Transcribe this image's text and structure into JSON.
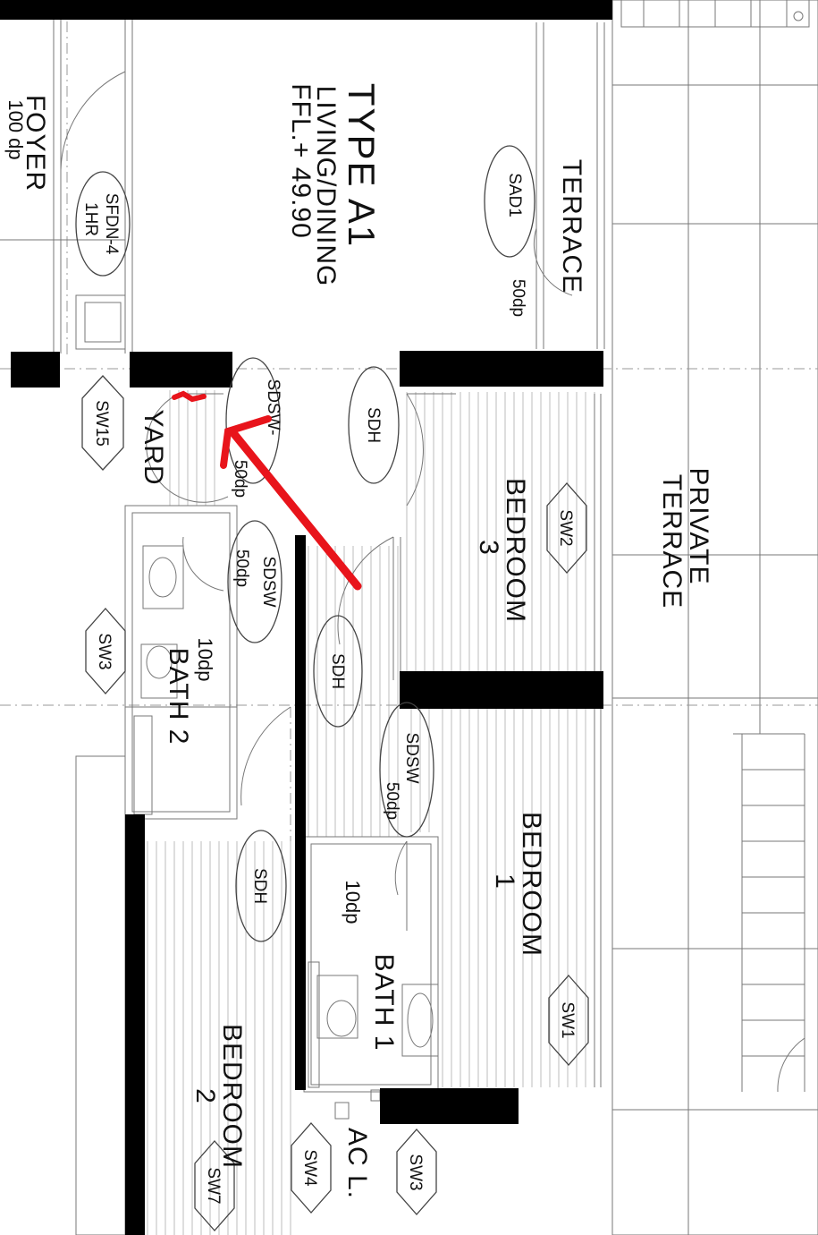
{
  "header": {
    "type_label": "TYPE A1",
    "main_label": "LIVING/DINING",
    "level_label": "FFL.+ 49.90"
  },
  "rooms": {
    "foyer": "FOYER",
    "foyer_dp": "100 dp",
    "terrace": "TERRACE",
    "private_terrace_1": "PRIVATE",
    "private_terrace_2": "TERRACE",
    "bedroom3_1": "BEDROOM",
    "bedroom3_2": "3",
    "bedroom1_1": "BEDROOM",
    "bedroom1_2": "1",
    "bedroom2_1": "BEDROOM",
    "bedroom2_2": "2",
    "bath1": "BATH 1",
    "bath1_dp": "10dp",
    "bath2": "BATH 2",
    "bath2_dp": "10dp",
    "yard": "YARD",
    "ac_ledge": "AC L."
  },
  "tags": {
    "sfdn4": "SFDN-4",
    "sfdn4_rating": "1HR",
    "sad1": "SAD1",
    "sad1_dp": "50dp",
    "sdsw_yard": "SDSW-",
    "sdsw_yard_dp": "50dp",
    "sdh_bed3": "SDH",
    "sdh_corr": "SDH",
    "sdh_bed2": "SDH",
    "sdsw_bath2": "SDSW",
    "sdsw_bath2_dp": "50dp",
    "sdsw_bath1": "SDSW",
    "sdsw_bath1_dp": "50dp",
    "sw15": "SW15",
    "sw3_left": "SW3",
    "sw2": "SW2",
    "sw1": "SW1",
    "sw7": "SW7",
    "sw4": "SW4",
    "sw3_bottom": "SW3"
  },
  "annotation": {
    "arrow_color": "#e8141b",
    "wall_color": "#000000"
  }
}
